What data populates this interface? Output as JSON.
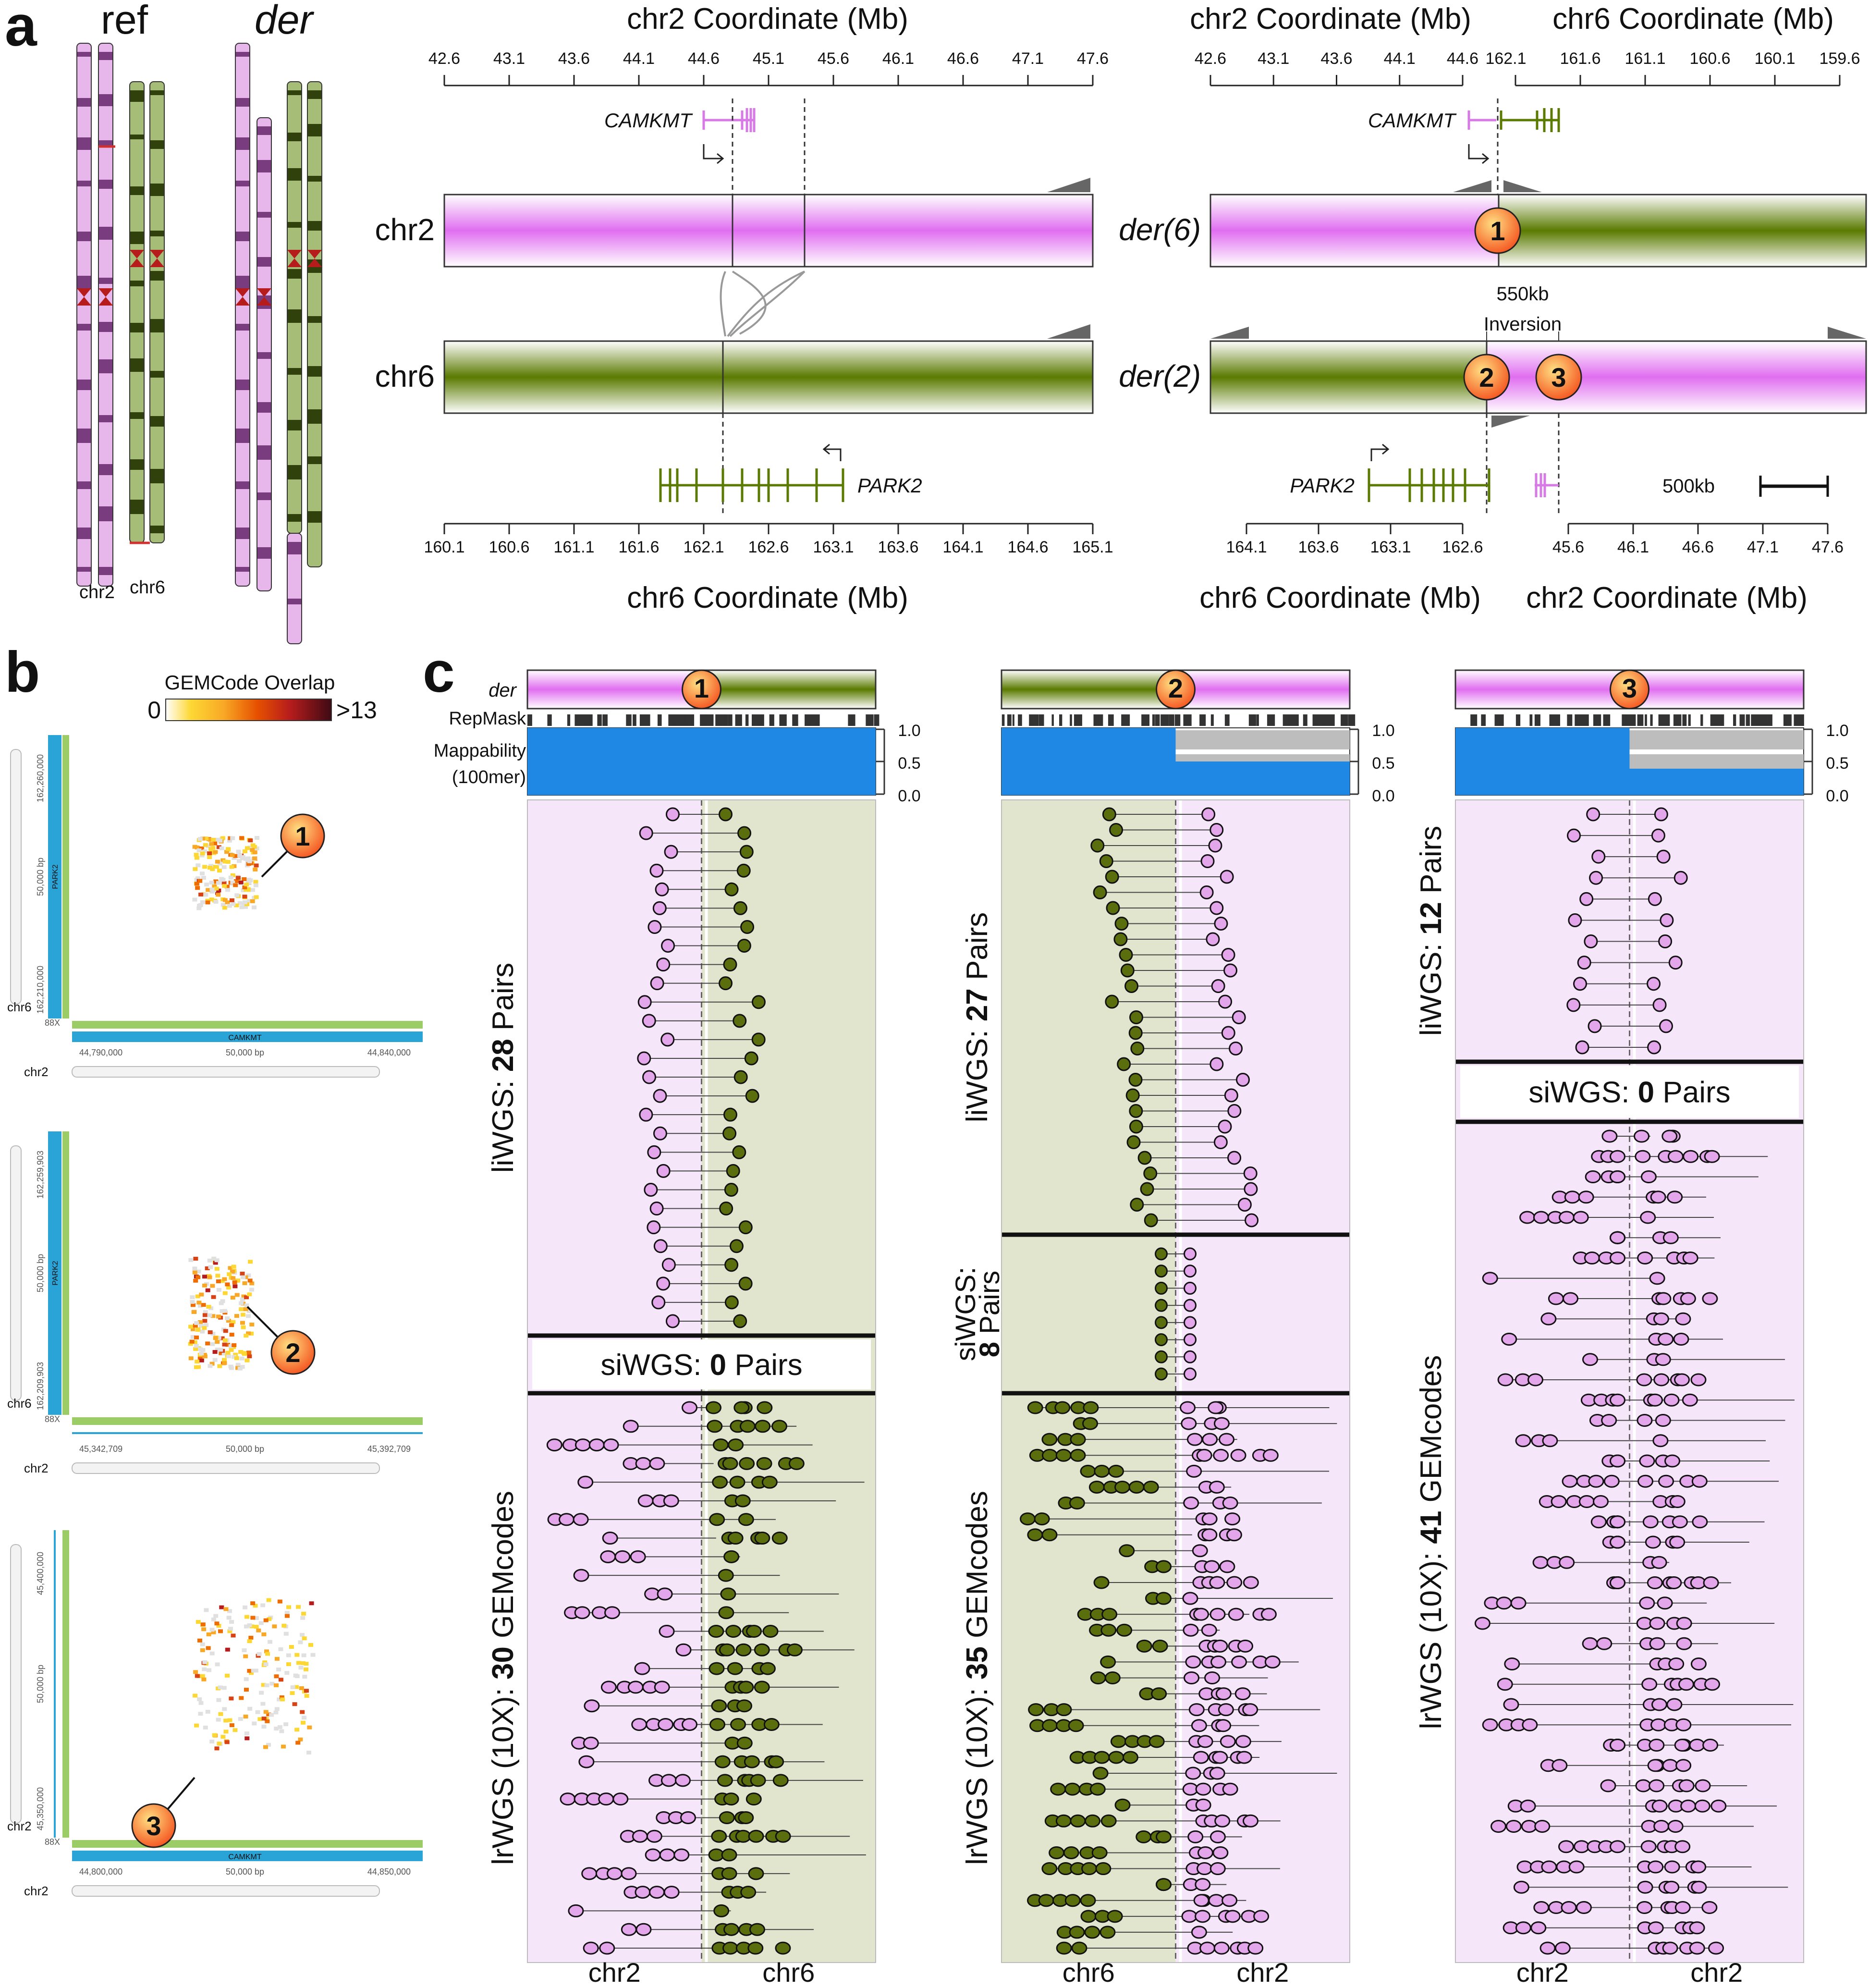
{
  "panels": {
    "a": "a",
    "b": "b",
    "c": "c"
  },
  "panel_a": {
    "karyotype": {
      "ref_label": "ref",
      "der_label": "der",
      "chr2_label": "chr2",
      "chr6_label": "chr6"
    },
    "left": {
      "top_axis_title": "chr2 Coordinate (Mb)",
      "top_ticks": [
        "42.6",
        "43.1",
        "43.6",
        "44.1",
        "44.6",
        "45.1",
        "45.6",
        "46.1",
        "46.6",
        "47.1",
        "47.6"
      ],
      "bottom_axis_title": "chr6 Coordinate (Mb)",
      "bottom_ticks": [
        "160.1",
        "160.6",
        "161.1",
        "161.6",
        "162.1",
        "162.6",
        "163.1",
        "163.6",
        "164.1",
        "164.6",
        "165.1"
      ],
      "gene_top": "CAMKMT",
      "gene_bottom": "PARK2",
      "chr_top": "chr2",
      "chr_bottom": "chr6"
    },
    "right": {
      "top_axis_title_left": "chr2 Coordinate (Mb)",
      "top_axis_title_right": "chr6 Coordinate (Mb)",
      "top_ticks_left": [
        "42.6",
        "43.1",
        "43.6",
        "44.1",
        "44.6"
      ],
      "top_ticks_right": [
        "162.1",
        "161.6",
        "161.1",
        "160.6",
        "160.1",
        "159.6"
      ],
      "gene_top": "CAMKMT",
      "der6_label": "der(6)",
      "der2_label": "der(2)",
      "inversion_size": "550kb",
      "inversion_label": "Inversion",
      "gene_bottom": "PARK2",
      "scale_label": "500kb",
      "bottom_axis_title_left": "chr6 Coordinate (Mb)",
      "bottom_axis_title_right": "chr2 Coordinate (Mb)",
      "bottom_ticks_left": [
        "164.1",
        "163.6",
        "163.1",
        "162.6"
      ],
      "bottom_ticks_right": [
        "45.6",
        "46.1",
        "46.6",
        "47.1",
        "47.6"
      ],
      "breakpoints": [
        "1",
        "2",
        "3"
      ]
    }
  },
  "panel_b": {
    "legend_title": "GEMCode Overlap",
    "legend_min": "0",
    "legend_max": ">13",
    "colors": [
      "#ffffff",
      "#fdd835",
      "#f9a825",
      "#ef6c00",
      "#d84315",
      "#b71c1c",
      "#6d1b1b",
      "#3e0a14"
    ],
    "maps": [
      {
        "callout": "1",
        "y_top": "162,260,000",
        "y_mid": "50,000 bp",
        "y_bot": "162,210,000",
        "x_left": "44,790,000",
        "x_mid": "50,000 bp",
        "x_right": "44,840,000",
        "y_chr": "chr6",
        "x_chr": "chr2",
        "gene": "CAMKMT",
        "y_gene": "PARK2",
        "depth": "88X"
      },
      {
        "callout": "2",
        "y_top": "162,259,903",
        "y_mid": "50,000 bp",
        "y_bot": "162,209,903",
        "x_left": "45,342,709",
        "x_mid": "50,000 bp",
        "x_right": "45,392,709",
        "y_chr": "chr6",
        "x_chr": "chr2",
        "gene": "",
        "y_gene": "PARK2",
        "depth": "88X"
      },
      {
        "callout": "3",
        "y_top": "45,400,000",
        "y_mid": "50,000 bp",
        "y_bot": "45,350,000",
        "x_left": "44,800,000",
        "x_mid": "50,000 bp",
        "x_right": "44,850,000",
        "y_chr": "chr2",
        "x_chr": "chr2",
        "gene": "CAMKMT",
        "y_gene": "",
        "depth": "88X"
      }
    ]
  },
  "panel_c": {
    "der_label": "der",
    "repmask_label": "RepMask",
    "mappability_label": "Mappability",
    "mappability_sub": "(100mer)",
    "mappability_ticks": [
      "1.0",
      "0.5",
      "0.0"
    ],
    "columns": [
      {
        "callout": "1",
        "li_count": "28",
        "si_count": "0",
        "lr_count": "30",
        "x_left": "chr2",
        "x_right": "chr6",
        "li_n": 28,
        "si_n": 0,
        "lr_n": 30
      },
      {
        "callout": "2",
        "li_count": "27",
        "si_count": "8",
        "lr_count": "35",
        "x_left": "chr6",
        "x_right": "chr2",
        "li_n": 27,
        "si_n": 8,
        "lr_n": 35
      },
      {
        "callout": "3",
        "li_count": "12",
        "si_count": "0",
        "lr_count": "41",
        "x_left": "chr2",
        "x_right": "chr2",
        "li_n": 12,
        "si_n": 0,
        "lr_n": 41
      }
    ],
    "li_prefix": "liWGS: ",
    "li_suffix": " Pairs",
    "si_prefix": "siWGS: ",
    "si_suffix": " Pairs",
    "si_line1": "siWGS:",
    "lr_prefix": "lrWGS (10X): ",
    "lr_suffix": " GEMcodes",
    "colors": {
      "pink": "#e3a6ea",
      "green": "#5a6e0e",
      "pink_bg": "#f6e6fa",
      "green_bg": "#e1e5cd",
      "blue": "#1f88e5"
    }
  }
}
